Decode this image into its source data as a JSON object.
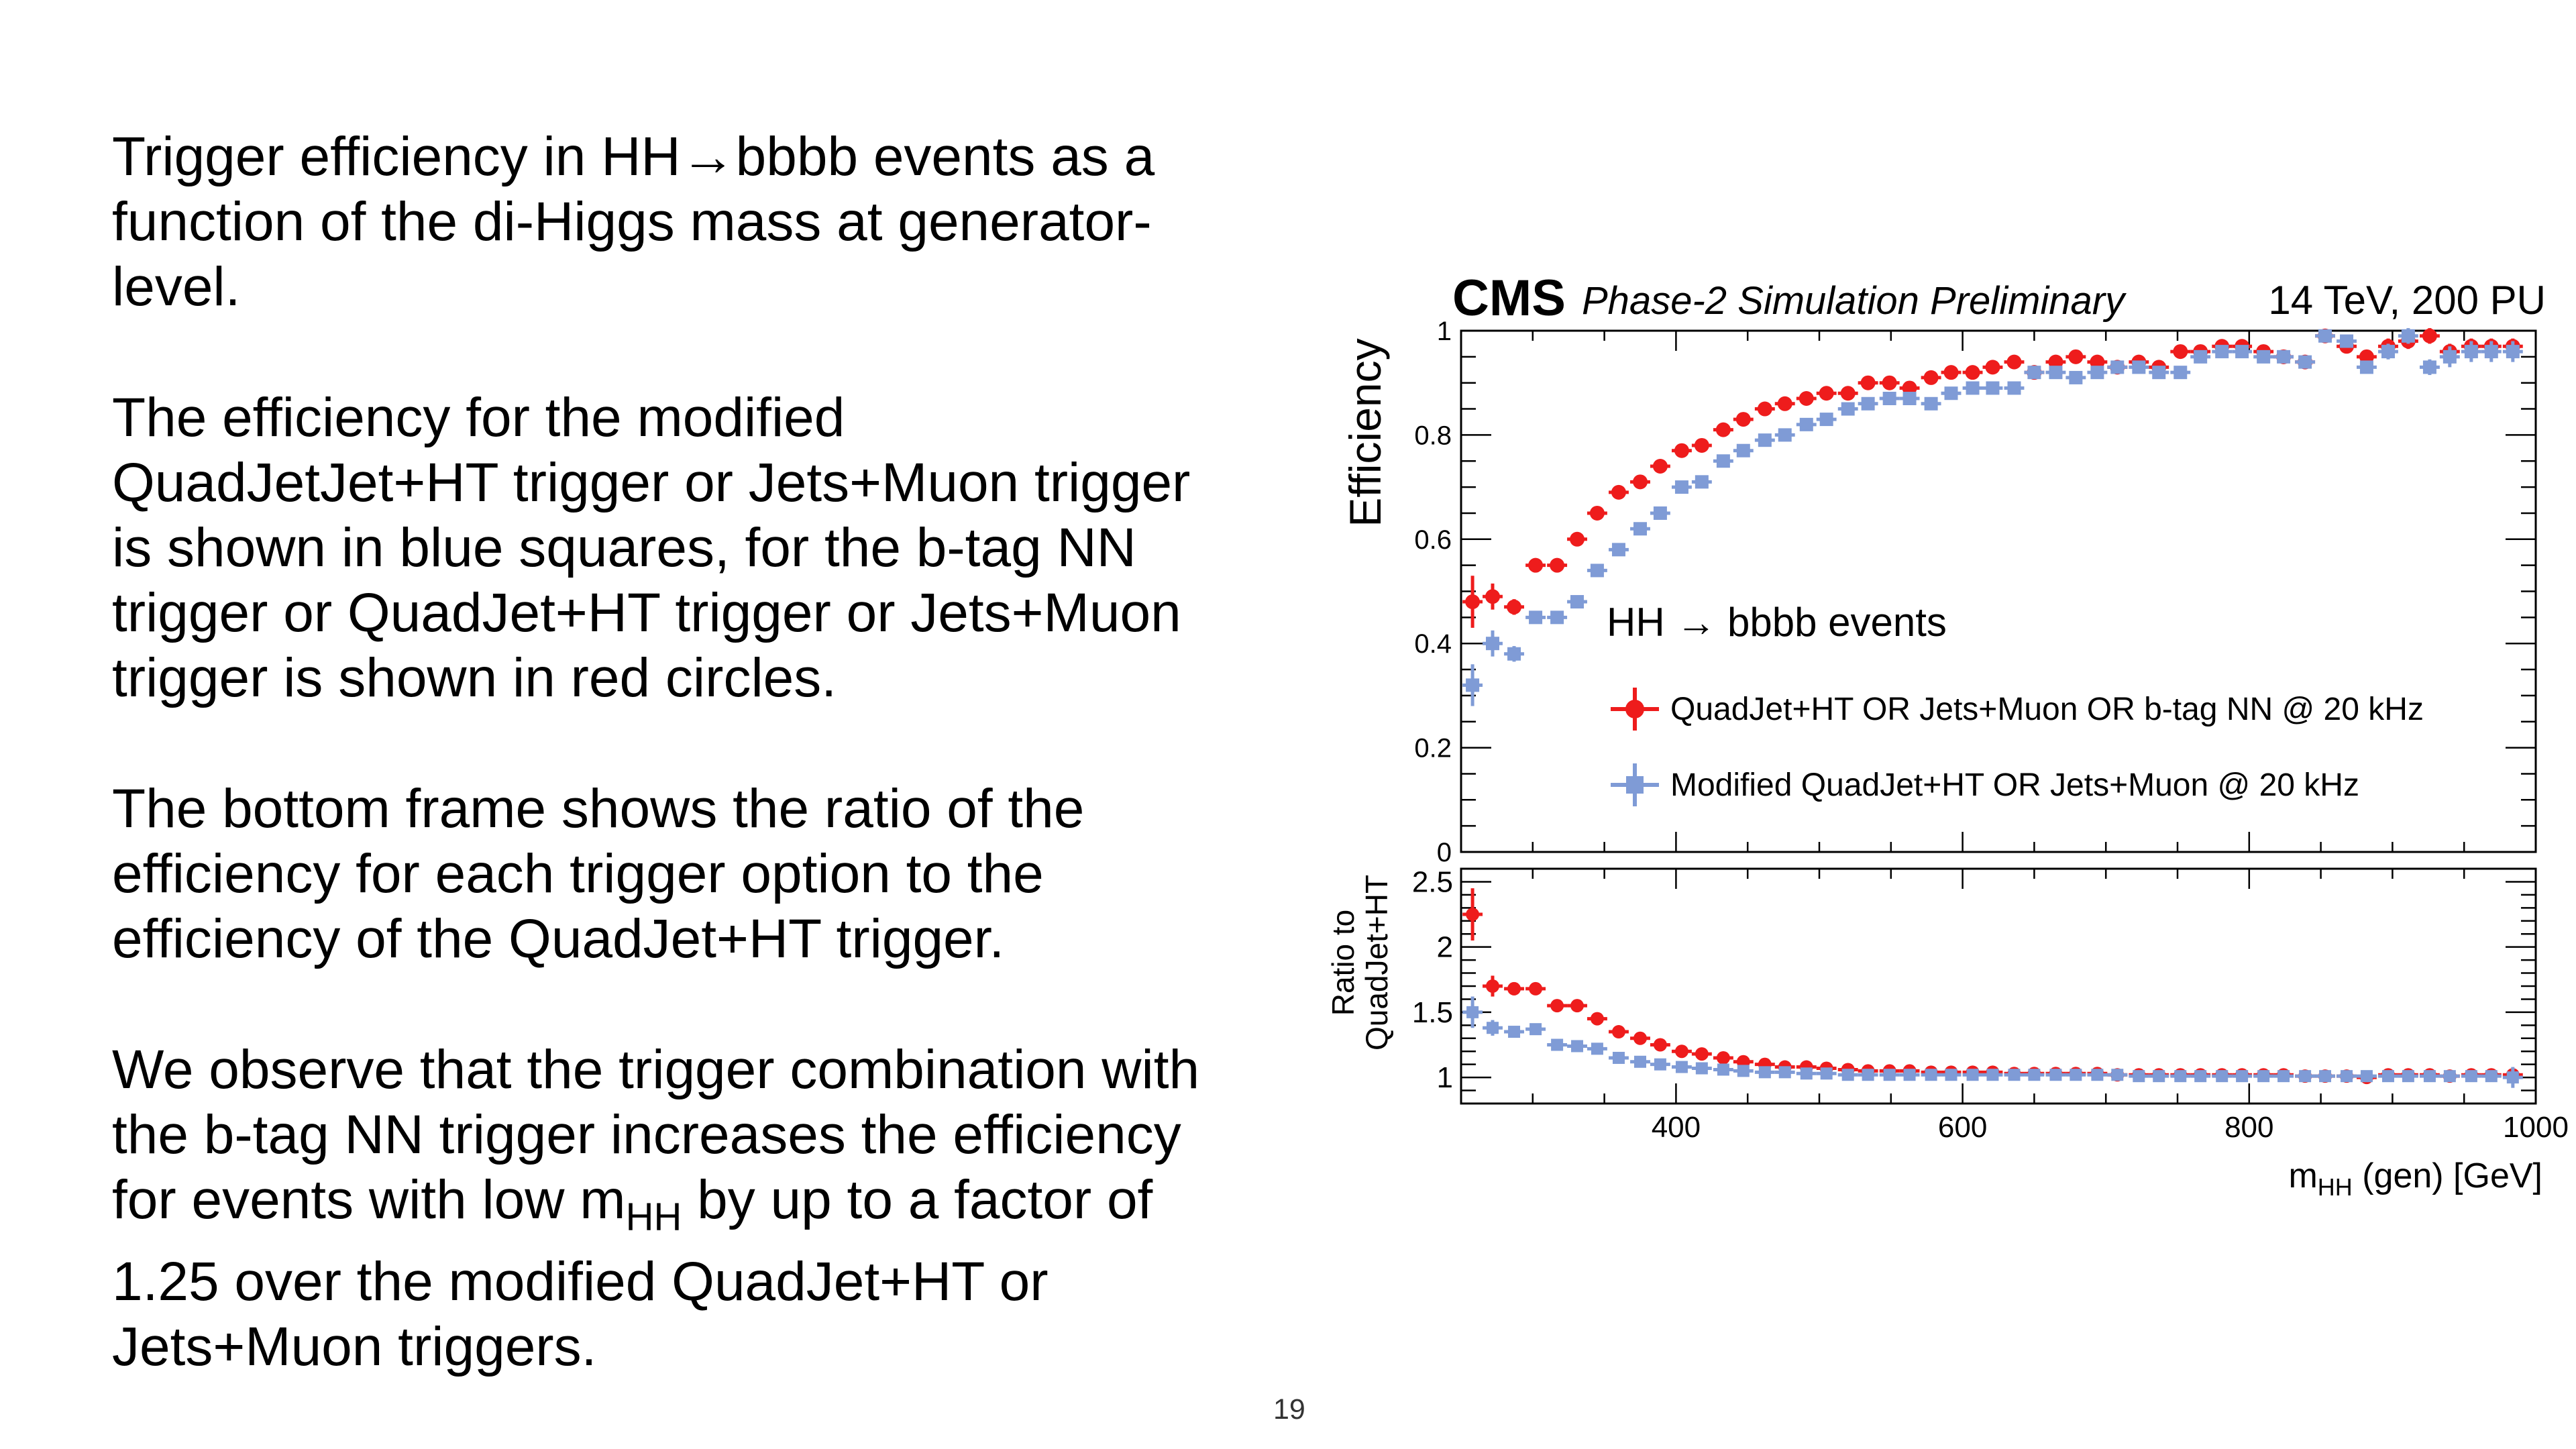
{
  "text": {
    "paragraphs": [
      "Trigger efficiency in HH→bbbb events as a function of the di-Higgs mass at generator-level.",
      "The efficiency for the modified QuadJetJet+HT trigger or Jets+Muon trigger is shown in blue squares, for the b-tag NN trigger or QuadJet+HT trigger or Jets+Muon trigger is shown in red circles.",
      "The bottom frame shows the ratio of the efficiency for each trigger option to the efficiency of the QuadJet+HT trigger.",
      "We observe that the trigger combination with the b-tag NN trigger increases the efficiency for events with low m",
      "HH",
      " by up to a factor of 1.25 over the modified QuadJet+HT or Jets+Muon triggers."
    ]
  },
  "page_number": "19",
  "chart_data": {
    "type": "scatter",
    "header": {
      "experiment": "CMS",
      "status": "Phase-2 Simulation Preliminary",
      "conditions": "14 TeV, 200 PU"
    },
    "annotation": "HH → bbbb events",
    "colors": {
      "red": "#ee1c1c",
      "blue": "#7f9bd6"
    },
    "xlabel_main": "m",
    "xlabel_sub": "HH",
    "xlabel_rest": " (gen) [GeV]",
    "xlim": [
      250,
      1000
    ],
    "xticks": [
      "400",
      "600",
      "800",
      "1000"
    ],
    "top": {
      "ylabel": "Efficiency",
      "ylim": [
        0,
        1
      ],
      "yticks": [
        "0",
        "0.2",
        "0.4",
        "0.6",
        "0.8",
        "1"
      ]
    },
    "bottom": {
      "ylabel_line1": "Ratio to",
      "ylabel_line2": "QuadJet+HT",
      "ylim": [
        0.8,
        2.6
      ],
      "yticks": [
        "1",
        "1.5",
        "2",
        "2.5"
      ]
    },
    "x": [
      258,
      272,
      287,
      302,
      317,
      331,
      345,
      360,
      375,
      389,
      404,
      418,
      433,
      447,
      462,
      476,
      491,
      505,
      520,
      534,
      549,
      563,
      578,
      592,
      607,
      621,
      636,
      650,
      665,
      679,
      694,
      708,
      723,
      737,
      752,
      766,
      781,
      795,
      810,
      824,
      839,
      853,
      868,
      882,
      897,
      911,
      926,
      940,
      955,
      969,
      984
    ],
    "series": [
      {
        "name": "QuadJet+HT OR Jets+Muon OR b-tag NN @ 20 kHz",
        "color": "red",
        "marker": "circle",
        "efficiency": [
          0.48,
          0.49,
          0.47,
          0.55,
          0.55,
          0.6,
          0.65,
          0.69,
          0.71,
          0.74,
          0.77,
          0.78,
          0.81,
          0.83,
          0.85,
          0.86,
          0.87,
          0.88,
          0.88,
          0.9,
          0.9,
          0.89,
          0.91,
          0.92,
          0.92,
          0.93,
          0.94,
          0.92,
          0.94,
          0.95,
          0.94,
          0.93,
          0.94,
          0.93,
          0.96,
          0.96,
          0.97,
          0.97,
          0.96,
          0.95,
          0.94,
          0.99,
          0.97,
          0.95,
          0.97,
          0.98,
          0.99,
          0.96,
          0.97,
          0.97,
          0.97
        ],
        "ratio": [
          2.25,
          1.7,
          1.68,
          1.68,
          1.55,
          1.55,
          1.45,
          1.35,
          1.3,
          1.25,
          1.2,
          1.18,
          1.15,
          1.12,
          1.1,
          1.08,
          1.08,
          1.07,
          1.06,
          1.05,
          1.05,
          1.05,
          1.04,
          1.04,
          1.04,
          1.04,
          1.03,
          1.03,
          1.03,
          1.03,
          1.03,
          1.02,
          1.02,
          1.02,
          1.02,
          1.02,
          1.02,
          1.02,
          1.02,
          1.02,
          1.01,
          1.01,
          1.01,
          1.0,
          1.02,
          1.02,
          1.02,
          1.01,
          1.02,
          1.02,
          1.02
        ],
        "err_eff": [
          0.05,
          0.025,
          0.015,
          0.012,
          0.012,
          0.01,
          0.01,
          0.01,
          0.01,
          0.01,
          0.01,
          0.01,
          0.01,
          0.01,
          0.01,
          0.01,
          0.01,
          0.01,
          0.01,
          0.01,
          0.01,
          0.01,
          0.01,
          0.01,
          0.01,
          0.01,
          0.01,
          0.01,
          0.01,
          0.01,
          0.01,
          0.01,
          0.01,
          0.01,
          0.01,
          0.01,
          0.01,
          0.01,
          0.01,
          0.012,
          0.012,
          0.012,
          0.012,
          0.012,
          0.015,
          0.015,
          0.015,
          0.015,
          0.015,
          0.015,
          0.015
        ],
        "err_ratio": [
          0.2,
          0.08,
          0.05,
          0.04,
          0.03,
          0.02,
          0.02,
          0.02,
          0.015,
          0.015,
          0.015,
          0.01,
          0.01,
          0.01,
          0.01,
          0.01,
          0.01,
          0.01,
          0.01,
          0.01,
          0.01,
          0.01,
          0.01,
          0.01,
          0.01,
          0.01,
          0.01,
          0.01,
          0.01,
          0.01,
          0.01,
          0.01,
          0.01,
          0.01,
          0.01,
          0.01,
          0.01,
          0.01,
          0.01,
          0.01,
          0.01,
          0.01,
          0.01,
          0.015,
          0.015,
          0.015,
          0.015,
          0.015,
          0.015,
          0.015,
          0.015
        ]
      },
      {
        "name": "Modified QuadJet+HT OR Jets+Muon @ 20 kHz",
        "color": "blue",
        "marker": "square",
        "efficiency": [
          0.32,
          0.4,
          0.38,
          0.45,
          0.45,
          0.48,
          0.54,
          0.58,
          0.62,
          0.65,
          0.7,
          0.71,
          0.75,
          0.77,
          0.79,
          0.8,
          0.82,
          0.83,
          0.85,
          0.86,
          0.87,
          0.87,
          0.86,
          0.88,
          0.89,
          0.89,
          0.89,
          0.92,
          0.92,
          0.91,
          0.92,
          0.93,
          0.93,
          0.92,
          0.92,
          0.95,
          0.96,
          0.96,
          0.95,
          0.95,
          0.94,
          0.99,
          0.98,
          0.93,
          0.96,
          0.99,
          0.93,
          0.95,
          0.96,
          0.96,
          0.96
        ],
        "ratio": [
          1.5,
          1.38,
          1.35,
          1.37,
          1.25,
          1.24,
          1.22,
          1.15,
          1.12,
          1.1,
          1.08,
          1.07,
          1.06,
          1.05,
          1.04,
          1.04,
          1.03,
          1.03,
          1.02,
          1.02,
          1.02,
          1.02,
          1.02,
          1.02,
          1.02,
          1.02,
          1.02,
          1.02,
          1.02,
          1.02,
          1.02,
          1.02,
          1.01,
          1.01,
          1.01,
          1.01,
          1.01,
          1.01,
          1.01,
          1.01,
          1.01,
          1.01,
          1.01,
          1.01,
          1.01,
          1.01,
          1.01,
          1.01,
          1.01,
          1.01,
          1.0
        ],
        "err_eff": [
          0.04,
          0.025,
          0.015,
          0.012,
          0.012,
          0.01,
          0.01,
          0.01,
          0.01,
          0.01,
          0.01,
          0.01,
          0.01,
          0.01,
          0.01,
          0.01,
          0.01,
          0.01,
          0.01,
          0.01,
          0.01,
          0.01,
          0.01,
          0.01,
          0.01,
          0.01,
          0.01,
          0.01,
          0.01,
          0.01,
          0.01,
          0.01,
          0.01,
          0.01,
          0.01,
          0.01,
          0.01,
          0.01,
          0.01,
          0.012,
          0.012,
          0.012,
          0.012,
          0.012,
          0.015,
          0.015,
          0.015,
          0.02,
          0.02,
          0.02,
          0.02
        ],
        "err_ratio": [
          0.12,
          0.06,
          0.04,
          0.03,
          0.02,
          0.02,
          0.02,
          0.015,
          0.015,
          0.01,
          0.01,
          0.01,
          0.01,
          0.01,
          0.01,
          0.01,
          0.01,
          0.01,
          0.01,
          0.01,
          0.01,
          0.01,
          0.01,
          0.01,
          0.01,
          0.01,
          0.01,
          0.01,
          0.01,
          0.01,
          0.01,
          0.01,
          0.01,
          0.01,
          0.01,
          0.01,
          0.01,
          0.01,
          0.01,
          0.01,
          0.01,
          0.01,
          0.01,
          0.01,
          0.01,
          0.01,
          0.01,
          0.01,
          0.01,
          0.02,
          0.08
        ]
      }
    ]
  }
}
